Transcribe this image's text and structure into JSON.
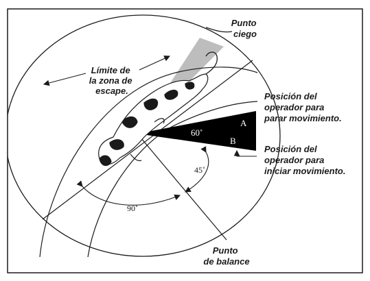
{
  "labels": {
    "blind_spot": [
      "Punto",
      "ciego"
    ],
    "flight_zone_limit": [
      "Límite de",
      "la zona de",
      "escape."
    ],
    "stop_position": [
      "Posición del",
      "operador para",
      "parar movimiento."
    ],
    "start_position": [
      "Posición del",
      "operador para",
      "iniciar movimiento."
    ],
    "balance_point": [
      "Punto",
      "de balance"
    ]
  },
  "angles": {
    "wedge_angle": "60˚",
    "balance_angle": "45˚",
    "perpendicular_angle": "90˚"
  },
  "points": {
    "a": "A",
    "b": "B"
  },
  "colors": {
    "frame": "#1a1a1a",
    "wedge_fill": "#000000",
    "blind_spot_fill": "#bdbdbd",
    "background": "#ffffff"
  }
}
